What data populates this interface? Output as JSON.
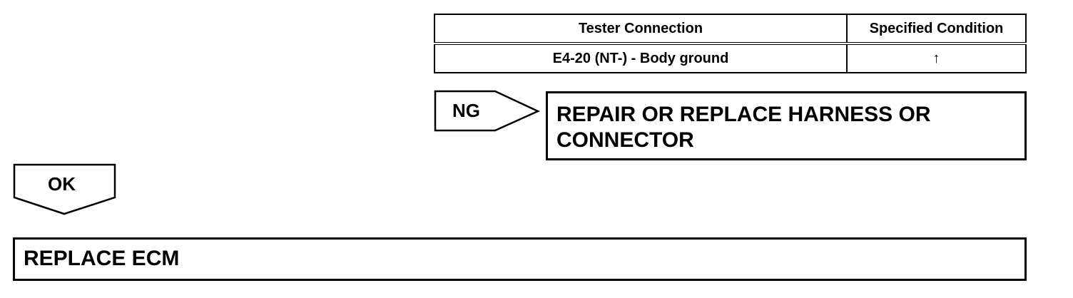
{
  "table": {
    "headers": [
      "Tester Connection",
      "Specified Condition"
    ],
    "rows": [
      {
        "connection": "E4-20 (NT-) - Body ground",
        "condition": "↑"
      }
    ]
  },
  "ng": {
    "label": "NG",
    "action_line1": "REPAIR OR REPLACE HARNESS OR",
    "action_line2": "CONNECTOR"
  },
  "ok": {
    "label": "OK",
    "action": "REPLACE ECM"
  }
}
